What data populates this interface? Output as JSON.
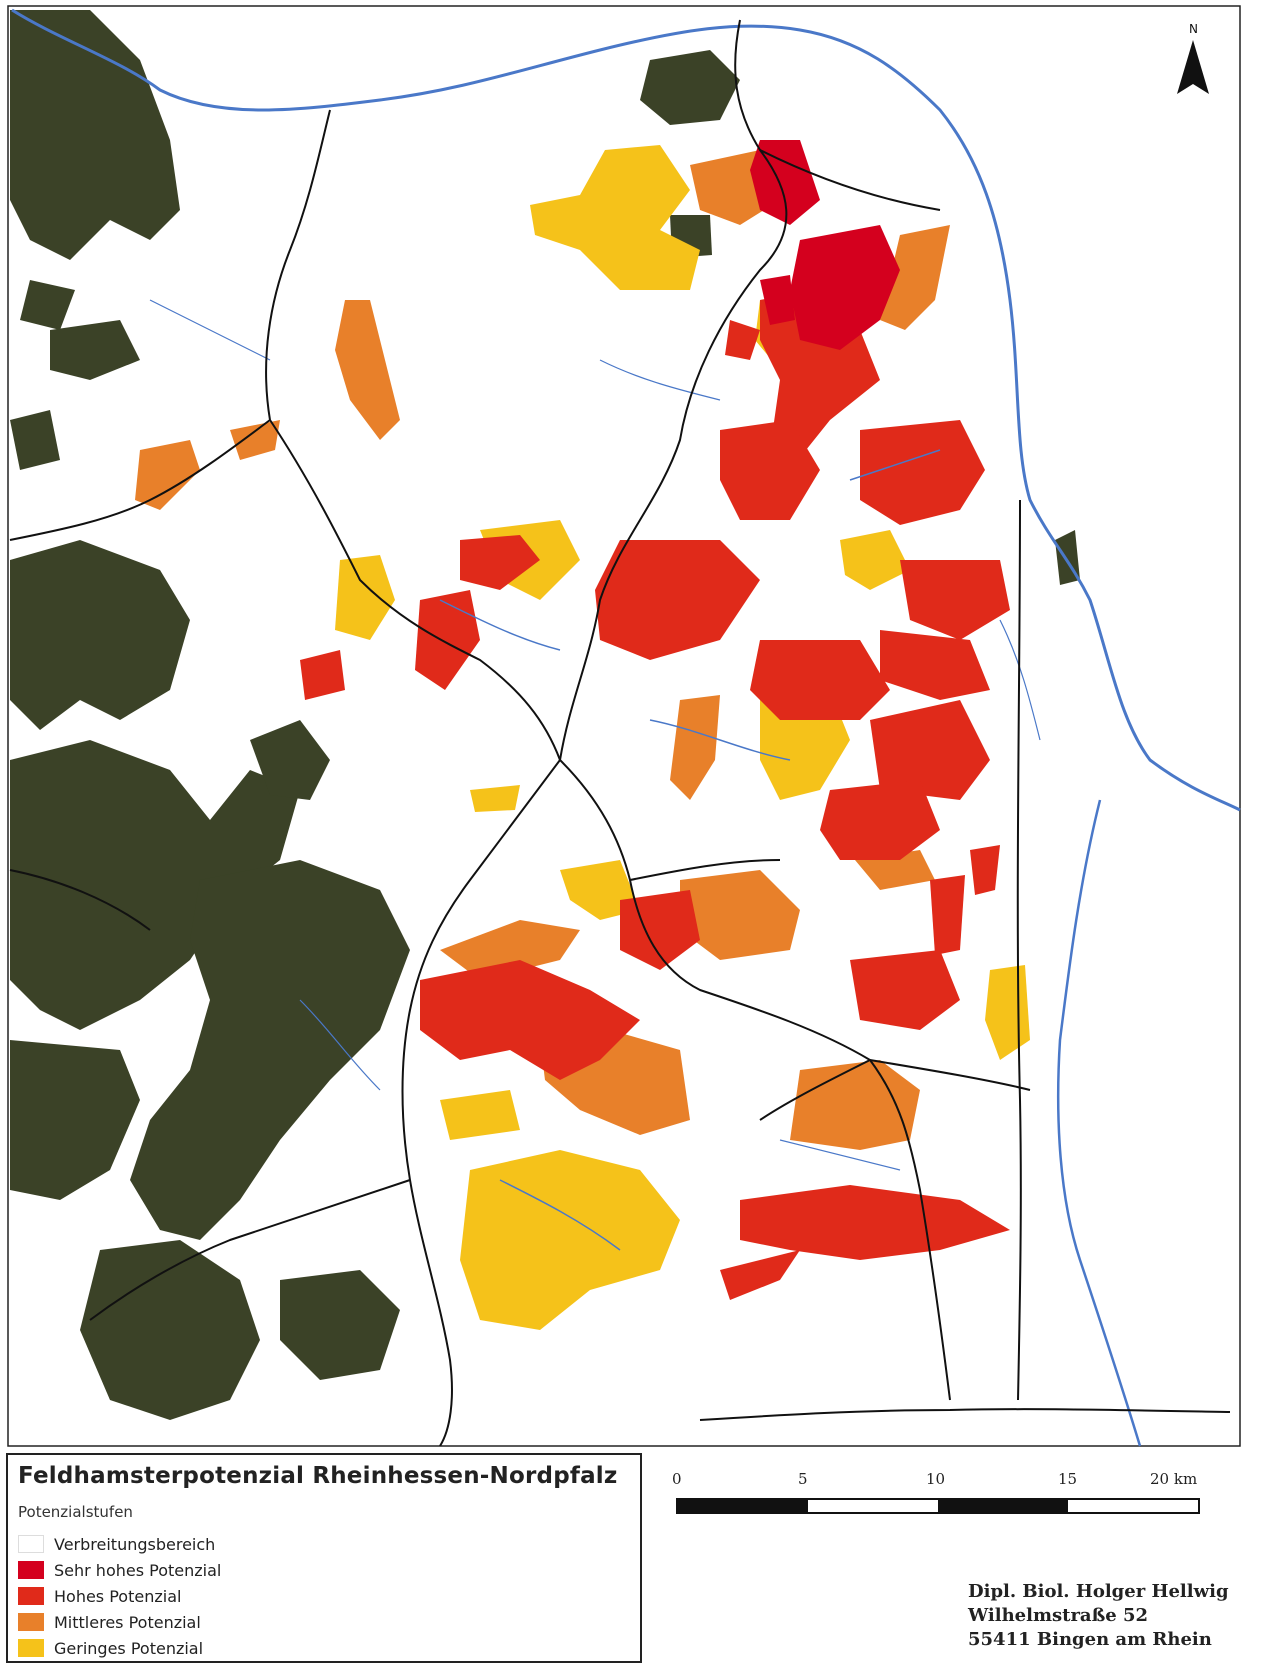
{
  "map": {
    "colors": {
      "forest": "#3b4227",
      "sehr_hoch": "#d4001e",
      "hoch": "#e02a1a",
      "mittel": "#e8802a",
      "gering": "#f5c21a",
      "water": "#4a78c8",
      "road": "#111111",
      "background": "#ffffff"
    },
    "north_label": "N"
  },
  "legend": {
    "title": "Feldhamsterpotenzial Rheinhessen-Nordpfalz",
    "subtitle": "Potenzialstufen",
    "items": [
      {
        "label": "Verbreitungsbereich",
        "color": "#ffffff"
      },
      {
        "label": "Sehr hohes Potenzial",
        "color": "#d4001e"
      },
      {
        "label": "Hohes Potenzial",
        "color": "#e02a1a"
      },
      {
        "label": "Mittleres Potenzial",
        "color": "#e8802a"
      },
      {
        "label": "Geringes Potenzial",
        "color": "#f5c21a"
      }
    ]
  },
  "scale": {
    "labels": [
      "0",
      "5",
      "10",
      "15",
      "20 km"
    ]
  },
  "address": {
    "line1": "Dipl. Biol. Holger Hellwig",
    "line2": "Wilhelmstraße 52",
    "line3": "55411 Bingen am Rhein"
  }
}
